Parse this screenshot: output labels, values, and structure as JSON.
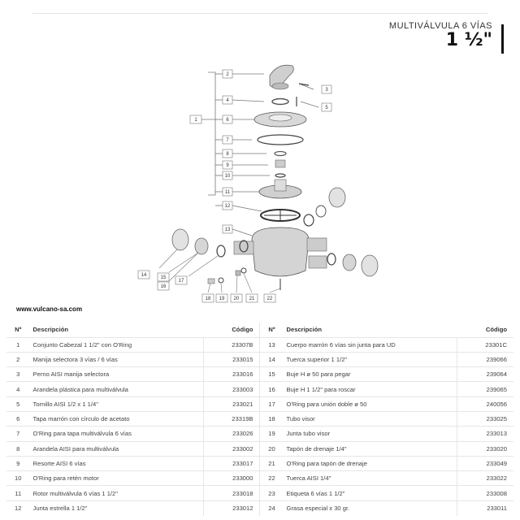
{
  "header": {
    "title": "MULTIVÁLVULA 6 VÍAS",
    "size": "1 ½\""
  },
  "website": "www.vulcano-sa.com",
  "diagram": {
    "callouts": [
      "1",
      "2",
      "3",
      "4",
      "5",
      "6",
      "7",
      "8",
      "9",
      "10",
      "11",
      "12",
      "13",
      "14",
      "15",
      "16",
      "17",
      "18",
      "19",
      "20",
      "21",
      "22"
    ]
  },
  "table": {
    "headers": {
      "num": "Nº",
      "desc": "Descripción",
      "code": "Código"
    },
    "left": [
      {
        "n": "1",
        "d": "Conjunto Cabezal 1 1/2\" con O'Ring",
        "c": "23307B"
      },
      {
        "n": "2",
        "d": "Manija selectora 3 vías / 6 vías",
        "c": "233015"
      },
      {
        "n": "3",
        "d": "Perno AISI manija selectora",
        "c": "233016"
      },
      {
        "n": "4",
        "d": "Arandela plástica para multiválvula",
        "c": "233003"
      },
      {
        "n": "5",
        "d": "Tornillo AISI 1/2 x 1 1/4\"",
        "c": "233021"
      },
      {
        "n": "6",
        "d": "Tapa marrón con círculo de acetato",
        "c": "23319B"
      },
      {
        "n": "7",
        "d": "O'Ring para tapa multiválvula 6 vías",
        "c": "233026"
      },
      {
        "n": "8",
        "d": "Arandela AISI para multiválvula",
        "c": "233002"
      },
      {
        "n": "9",
        "d": "Resorte AISI 6 vías",
        "c": "233017"
      },
      {
        "n": "10",
        "d": "O'Ring para retén motor",
        "c": "233000"
      },
      {
        "n": "11",
        "d": "Rotor multiválvula 6 vías 1 1/2\"",
        "c": "233018"
      },
      {
        "n": "12",
        "d": "Junta estrella 1 1/2\"",
        "c": "233012"
      }
    ],
    "right": [
      {
        "n": "13",
        "d": "Cuerpo marrón 6 vías sin junta para UD",
        "c": "23301C"
      },
      {
        "n": "14",
        "d": "Tuerca superior 1 1/2\"",
        "c": "239066"
      },
      {
        "n": "15",
        "d": "Buje H ø 50 para pegar",
        "c": "239064"
      },
      {
        "n": "16",
        "d": "Buje H 1 1/2\" para roscar",
        "c": "239065"
      },
      {
        "n": "17",
        "d": "O'Ring para unión doble ø 50",
        "c": "240056"
      },
      {
        "n": "18",
        "d": "Tubo visor",
        "c": "233025"
      },
      {
        "n": "19",
        "d": "Junta tubo visor",
        "c": "233013"
      },
      {
        "n": "20",
        "d": "Tapón de drenaje 1/4\"",
        "c": "233020"
      },
      {
        "n": "21",
        "d": "O'Ring para tapón de drenaje",
        "c": "233049"
      },
      {
        "n": "22",
        "d": "Tuerca AISI 1/4\"",
        "c": "233022"
      },
      {
        "n": "23",
        "d": "Etiqueta 6 vías 1 1/2\"",
        "c": "233008"
      },
      {
        "n": "24",
        "d": "Grasa especial x 30 gr.",
        "c": "233011"
      }
    ]
  }
}
